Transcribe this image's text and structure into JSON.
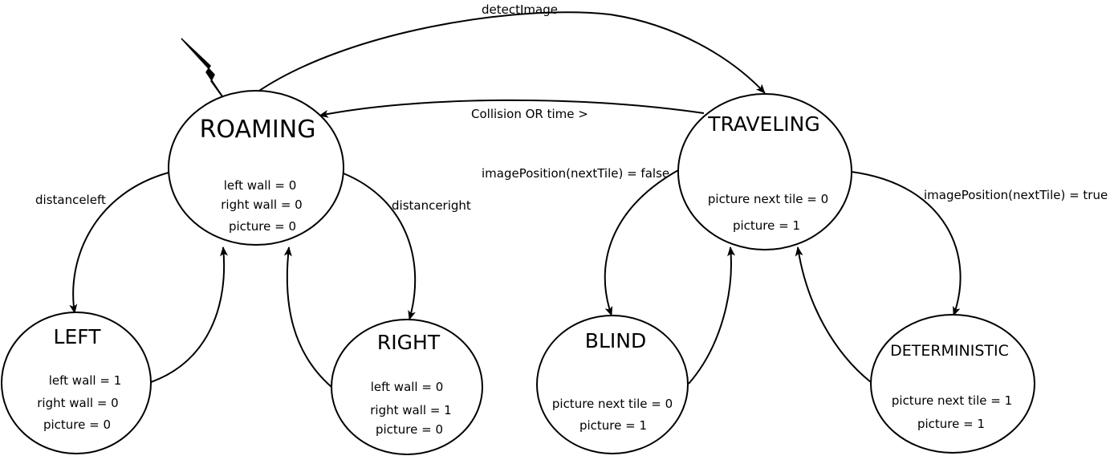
{
  "states": {
    "roaming": {
      "name": "ROAMING",
      "vars": [
        "left wall = 0",
        "right wall = 0",
        "picture = 0"
      ]
    },
    "left": {
      "name": "LEFT",
      "vars": [
        "left wall = 1",
        "right wall = 0",
        "picture = 0"
      ]
    },
    "right": {
      "name": "RIGHT",
      "vars": [
        "left wall = 0",
        "right wall = 1",
        "picture = 0"
      ]
    },
    "traveling": {
      "name": "TRAVELING",
      "vars": [
        "picture next tile = 0",
        "picture = 1"
      ]
    },
    "blind": {
      "name": "BLIND",
      "vars": [
        "picture next tile = 0",
        "picture = 1"
      ]
    },
    "deterministic": {
      "name": "DETERMINISTIC",
      "vars": [
        "picture next tile = 1",
        "picture = 1"
      ]
    }
  },
  "transitions": {
    "detect_image": "detectImage",
    "collision": "Collision OR time >",
    "distance_left": "distanceleft",
    "distance_right": "distanceright",
    "image_position_false": "imagePosition(nextTile) = false",
    "image_position_true": "imagePosition(nextTile) = true"
  },
  "icons": {
    "start_marker": "lightning-bolt-icon"
  },
  "colors": {
    "stroke": "#000000",
    "background": "#ffffff"
  }
}
